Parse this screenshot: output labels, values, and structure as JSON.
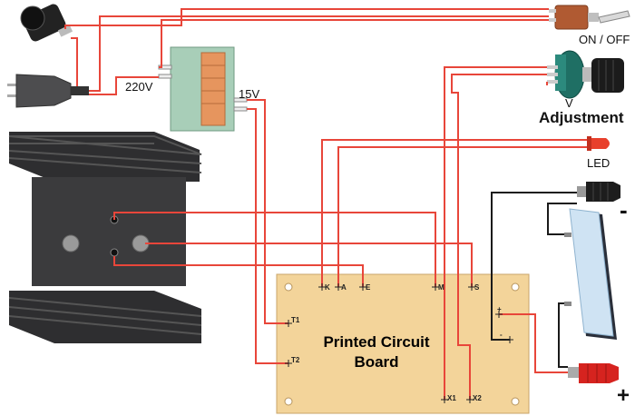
{
  "labels": {
    "switch": "ON / OFF",
    "primary": "220V",
    "secondary": "15V",
    "pot_pin": "V",
    "pot_title": "Adjustment",
    "led": "LED",
    "minus": "-",
    "plus": "+",
    "pcb_line1": "Printed Circuit",
    "pcb_line2": "Board"
  },
  "pads": {
    "K": "K",
    "A": "A",
    "E": "E",
    "M": "M",
    "S": "S",
    "T1": "T1",
    "T2": "T2",
    "X1": "X1",
    "X2": "X2",
    "plus": "+",
    "minus": "-"
  },
  "colors": {
    "wire_red": "#e8463a",
    "wire_black": "#1a1a1a",
    "pcb": "#f3d49a",
    "heatsink": "#3b3b3d",
    "transformer": "#9fc7b1",
    "knob_base": "#1f6f64",
    "switch": "#b05a32",
    "led": "#e8402c",
    "terminal_red": "#d6231f",
    "panel": "#cfe3f3"
  },
  "icons": [
    "fuse-holder-icon",
    "power-plug-icon",
    "transformer-icon",
    "heatsink-icon",
    "toggle-switch-icon",
    "potentiometer-icon",
    "led-icon",
    "black-terminal-icon",
    "red-terminal-icon",
    "panel-meter-icon"
  ]
}
